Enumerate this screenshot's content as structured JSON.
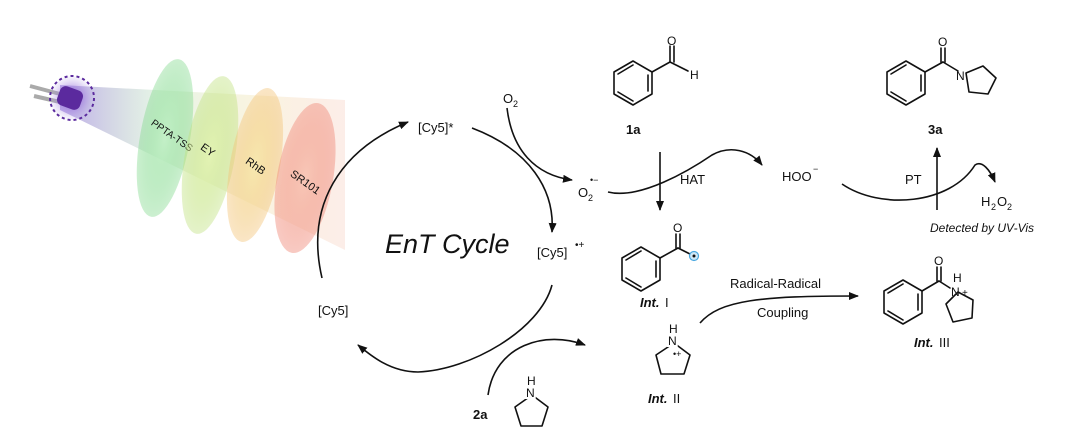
{
  "cycle": {
    "title": "EnT Cycle",
    "species": {
      "excited": "[Cy5]*",
      "radical_cation": "[Cy5]",
      "radical_cation_sup": "•+",
      "ground": "[Cy5]"
    }
  },
  "oxygen": {
    "o2": "O",
    "o2_sub": "2",
    "superoxide": "O",
    "superoxide_sub": "2",
    "superoxide_sup": "•−"
  },
  "compounds": {
    "c1a": "1a",
    "c2a": "2a",
    "c3a": "3a",
    "intI_italic": "Int.",
    "intI_roman": " I",
    "intII_italic": "Int.",
    "intII_roman": " II",
    "intIII_italic": "Int.",
    "intIII_roman": " III"
  },
  "steps": {
    "hat": "HAT",
    "pt": "PT",
    "radical_radical": "Radical-Radical",
    "coupling": "Coupling",
    "hoo": "HOO",
    "hoo_sup": "−",
    "h2o2_h": "H",
    "h2o2_sub": "2",
    "h2o2_o": "O",
    "h2o2_sub2": "2",
    "detected": "Detected by UV-Vis"
  },
  "atoms": {
    "O": "O",
    "H": "H",
    "N": "N",
    "plus": "+",
    "cation_rad": "•+"
  },
  "dyes": [
    "PPTA-TSS",
    "EY",
    "RhB",
    "SR101"
  ],
  "colors": {
    "led": "#5b2a9e",
    "beam": "#b9a6e8",
    "dye_green": "#7fd88a",
    "dye_yellow": "#d8e07a",
    "dye_orange": "#f5b07a",
    "dye_red": "#f08a7a",
    "radical_dot": "#4aa8e0"
  }
}
